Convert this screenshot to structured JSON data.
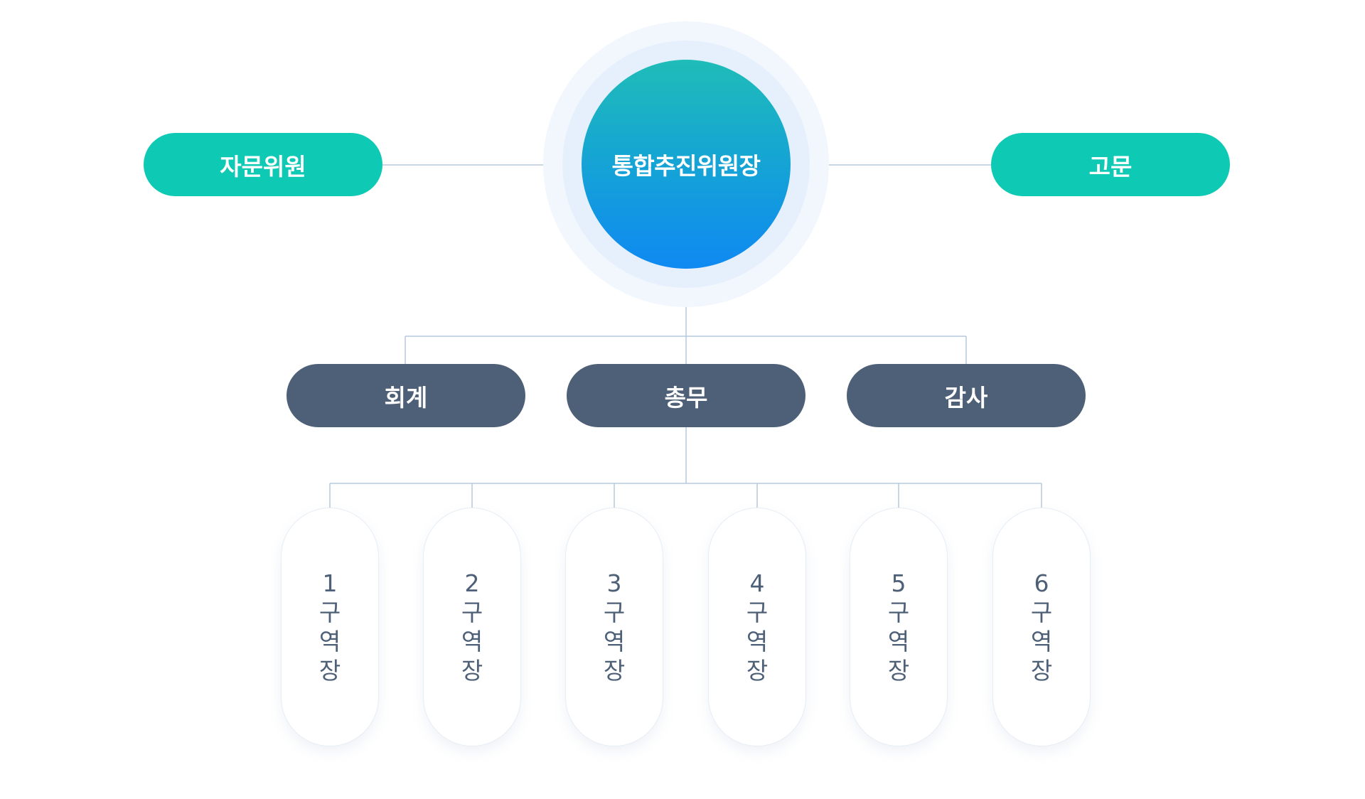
{
  "chairman": {
    "label": "통합추진위원장"
  },
  "advisor_left": {
    "label": "자문위원"
  },
  "advisor_right": {
    "label": "고문"
  },
  "departments": [
    {
      "label": "회계"
    },
    {
      "label": "총무"
    },
    {
      "label": "감사"
    }
  ],
  "districts": [
    {
      "number": "1",
      "chars": [
        "구",
        "역",
        "장"
      ]
    },
    {
      "number": "2",
      "chars": [
        "구",
        "역",
        "장"
      ]
    },
    {
      "number": "3",
      "chars": [
        "구",
        "역",
        "장"
      ]
    },
    {
      "number": "4",
      "chars": [
        "구",
        "역",
        "장"
      ]
    },
    {
      "number": "5",
      "chars": [
        "구",
        "역",
        "장"
      ]
    },
    {
      "number": "6",
      "chars": [
        "구",
        "역",
        "장"
      ]
    }
  ],
  "colors": {
    "green": "#0ecab4",
    "dark": "#4e6078",
    "gradient_top": "#1fbcb8",
    "gradient_bottom": "#0f89f2",
    "connector": "#b6c8de"
  }
}
